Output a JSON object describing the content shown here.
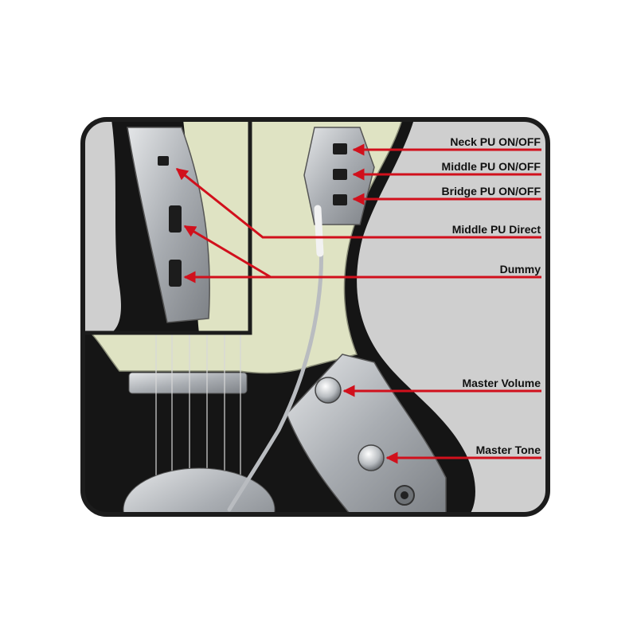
{
  "colors": {
    "frame": "#1c1c1c",
    "background": "#cfcfcf",
    "body_black": "#151515",
    "pickguard_cream": "#dfe3c3",
    "chrome": "#b9bcc0",
    "arrow_red": "#d1101c",
    "label_text": "#111111"
  },
  "labels": {
    "neck_pu": "Neck PU ON/OFF",
    "middle_pu": "Middle PU ON/OFF",
    "bridge_pu": "Bridge PU ON/OFF",
    "middle_pu_direct": "Middle PU Direct",
    "dummy": "Dummy",
    "master_volume": "Master Volume",
    "master_tone": "Master Tone"
  }
}
